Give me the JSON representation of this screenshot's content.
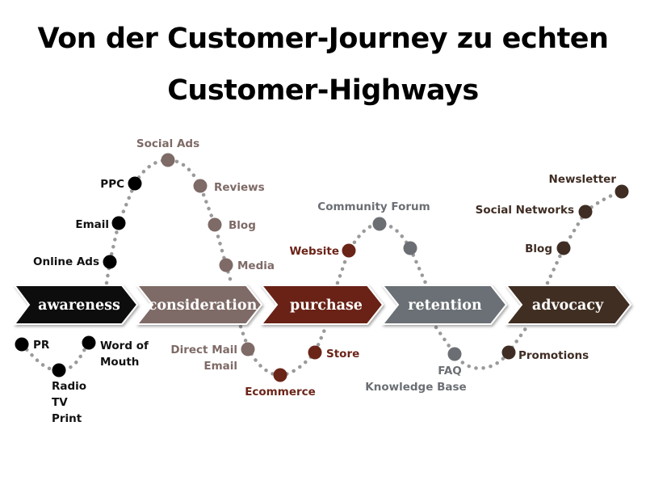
{
  "title_line1": "Von der Customer-Journey zu echten",
  "title_line2": "Customer-Highways",
  "colors": {
    "awareness": "#111111",
    "consideration": "#7e6a66",
    "purchase": "#6b2418",
    "retention": "#6b6f74",
    "advocacy": "#3f2d24"
  },
  "stages": [
    "awareness",
    "consideration",
    "purchase",
    "retention",
    "advocacy"
  ],
  "touchpoints": {
    "pr": "PR",
    "radio": "Radio",
    "tv": "TV",
    "print": "Print",
    "word_of_mouth_1": "Word of",
    "word_of_mouth_2": "Mouth",
    "online_ads": "Online Ads",
    "email": "Email",
    "ppc": "PPC",
    "social_ads": "Social Ads",
    "reviews": "Reviews",
    "blog": "Blog",
    "media": "Media",
    "direct_mail": "Direct Mail",
    "email_2": "Email",
    "ecommerce": "Ecommerce",
    "store": "Store",
    "website": "Website",
    "community_forum": "Community Forum",
    "faq": "FAQ",
    "knowledge_base": "Knowledge Base",
    "promotions": "Promotions",
    "blog_2": "Blog",
    "social_networks": "Social Networks",
    "newsletter": "Newsletter"
  }
}
